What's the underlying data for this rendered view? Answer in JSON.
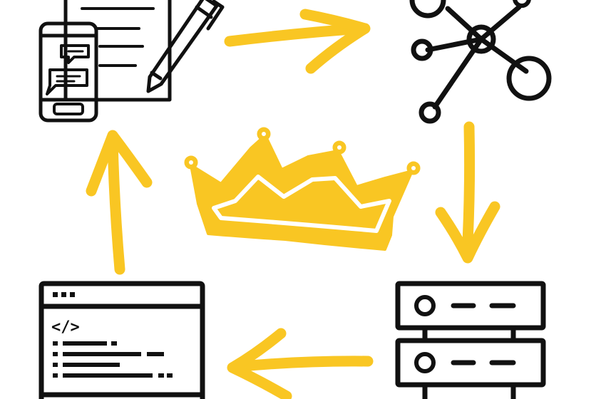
{
  "diagram": {
    "nodes": [
      {
        "id": "document-with-phone",
        "icons": [
          "document-icon",
          "pen-icon",
          "smartphone-chat-icon"
        ]
      },
      {
        "id": "network-graph",
        "icons": [
          "network-graph-icon"
        ]
      },
      {
        "id": "server-stack",
        "icons": [
          "server-stack-icon"
        ]
      },
      {
        "id": "code-editor-window",
        "icons": [
          "code-window-icon"
        ]
      }
    ],
    "center": {
      "icon": "crown-icon"
    },
    "flow": [
      {
        "from": "document-with-phone",
        "to": "network-graph",
        "direction": "right"
      },
      {
        "from": "network-graph",
        "to": "server-stack",
        "direction": "down"
      },
      {
        "from": "server-stack",
        "to": "code-editor-window",
        "direction": "left"
      },
      {
        "from": "code-editor-window",
        "to": "document-with-phone",
        "direction": "up"
      }
    ],
    "code_glyph": "</>",
    "colors": {
      "accent": "#F9C623",
      "ink": "#111111",
      "background": "#FFFFFF"
    }
  }
}
